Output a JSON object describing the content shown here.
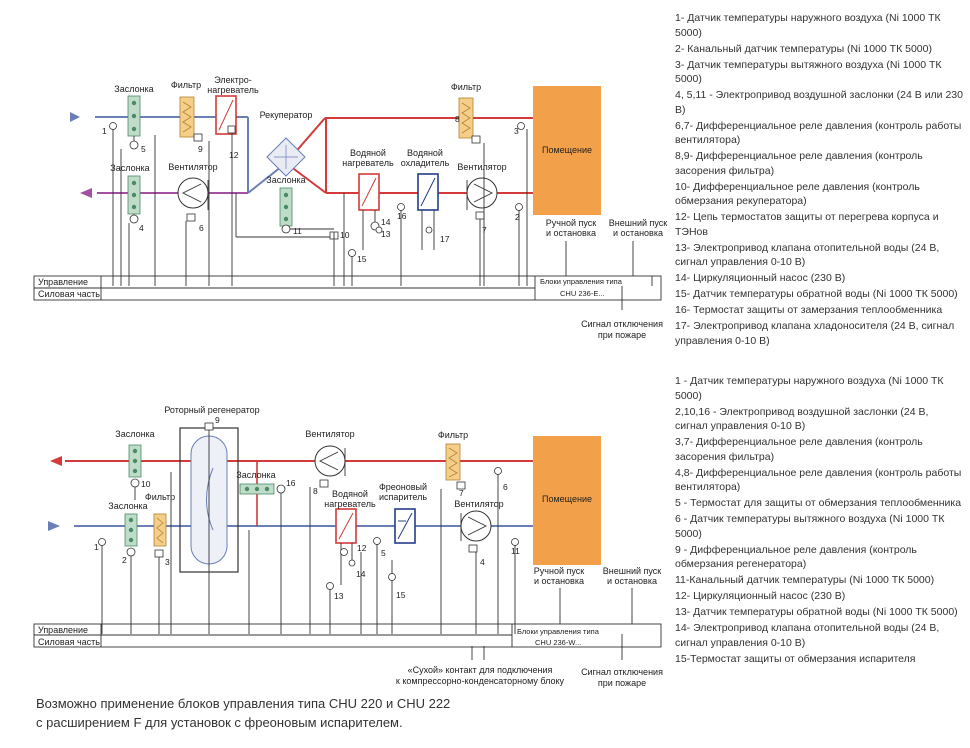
{
  "diagram1": {
    "labels": {
      "damper_top": "Заслонка",
      "filter_top": "Фильтр",
      "heater_l1": "Электро-",
      "heater_l2": "нагреватель",
      "recuperator": "Рекуператор",
      "damper_mid": "Заслонка",
      "water_heater_l1": "Водяной",
      "water_heater_l2": "нагреватель",
      "water_cooler_l1": "Водяной",
      "water_cooler_l2": "охладитель",
      "fan_right": "Вентилятор",
      "filter_right": "Фильтр",
      "room": "Помещение",
      "damper_bottom": "Заслонка",
      "fan_left": "Вентилятор",
      "manual_l1": "Ручной пуск",
      "manual_l2": "и остановка",
      "external_l1": "Внешний пуск",
      "external_l2": "и остановка",
      "control": "Управление",
      "power": "Силовая часть",
      "blocks_l1": "Блоки управления типа",
      "blocks_l2": "CHU 236-E...",
      "fire_l1": "Сигнал отключения",
      "fire_l2": "при пожаре"
    },
    "numbers": [
      "1",
      "5",
      "9",
      "12",
      "3",
      "4",
      "6",
      "11",
      "10",
      "14",
      "13",
      "15",
      "16",
      "17",
      "8",
      "7",
      "2"
    ]
  },
  "legend1": [
    "1- Датчик температуры наружного воздуха (Ni 1000 ТК 5000)",
    "2- Канальный датчик температуры (Ni 1000 ТК 5000)",
    "3- Датчик температуры вытяжного воздуха (Ni 1000 ТК 5000)",
    "4, 5,11 - Электропривод воздушной заслонки (24 В или 230 В)",
    "6,7- Дифференциальное реле давления (контроль работы вентилятора)",
    "8,9- Дифференциальное реле давления (контроль засорения фильтра)",
    "10- Дифференциальное реле давления (контроль обмерзания рекуператора)",
    "12- Цепь термостатов защиты от перегрева корпуса и ТЭНов",
    "13- Электропривод клапана отопительной воды (24 В, сигнал управления 0-10 В)",
    "14- Циркуляционный насос (230 В)",
    "15- Датчик температуры обратной воды (Ni 1000 ТК 5000)",
    "16- Термостат защиты от замерзания теплообменника",
    "17- Электропривод клапана хладоносителя (24 В, сигнал управления 0-10 В)"
  ],
  "diagram2": {
    "labels": {
      "rotor": "Роторный регенератор",
      "damper_top": "Заслонка",
      "fan_top": "Вентилятор",
      "filter_top": "Фильтр",
      "damper_mid": "Заслонка",
      "damper_low": "Заслонка",
      "filter_low": "Фильтр",
      "water_heater_l1": "Водяной",
      "water_heater_l2": "нагреватель",
      "freon_l1": "Фреоновый",
      "freon_l2": "испаритель",
      "fan_right": "Вентилятор",
      "room": "Помещение",
      "manual_l1": "Ручной пуск",
      "manual_l2": "и остановка",
      "external_l1": "Внешний пуск",
      "external_l2": "и остановка",
      "control": "Управление",
      "power": "Силовая часть",
      "blocks_l1": "Блоки управления типа",
      "blocks_l2": "CHU 236-W...",
      "dry_l1": "«Сухой» контакт для подключения",
      "dry_l2": "к компрессорно-конденсаторному блоку",
      "fire_l1": "Сигнал отключения",
      "fire_l2": "при пожаре"
    },
    "numbers": [
      "9",
      "10",
      "16",
      "8",
      "7",
      "6",
      "1",
      "2",
      "3",
      "12",
      "14",
      "13",
      "5",
      "15",
      "4",
      "11"
    ]
  },
  "legend2": [
    "1 - Датчик температуры наружного воздуха (Ni 1000 ТК 5000)",
    "2,10,16 - Электропривод воздушной заслонки (24 В, сигнал управления 0-10 В)",
    "3,7- Дифференциальное реле давления (контроль засорения фильтра)",
    "4,8- Дифференциальное реле давления (контроль работы вентилятора)",
    "5 - Термостат для защиты от обмерзания теплообменника",
    "6 - Датчик температуры вытяжного воздуха (Ni 1000 ТК 5000)",
    "9 - Дифференциальное реле давления (контроль обмерзания регенератора)",
    "11-Канальный датчик температуры (Ni 1000 ТК 5000)",
    "12- Циркуляционный насос (230 В)",
    "13- Датчик температуры обратной воды (Ni 1000 ТК 5000)",
    "14- Электропривод клапана отопительной воды (24 В, сигнал управления 0-10 В)",
    "15-Термостат защиты от обмерзания испарителя"
  ],
  "footnote": {
    "line1": "Возможно применение блоков управления типа CHU 220 и CHU 222",
    "line2": "с расширением F для установок с фреоновым испарителем."
  },
  "colors": {
    "supply_air": "#6a7fb5",
    "extract_air": "#d43a3a",
    "exhaust_air": "#a24fa4",
    "room_fill": "#f2a14a",
    "filter_fill": "#f5cf8a",
    "damper_fill": "#bfdcc8"
  }
}
